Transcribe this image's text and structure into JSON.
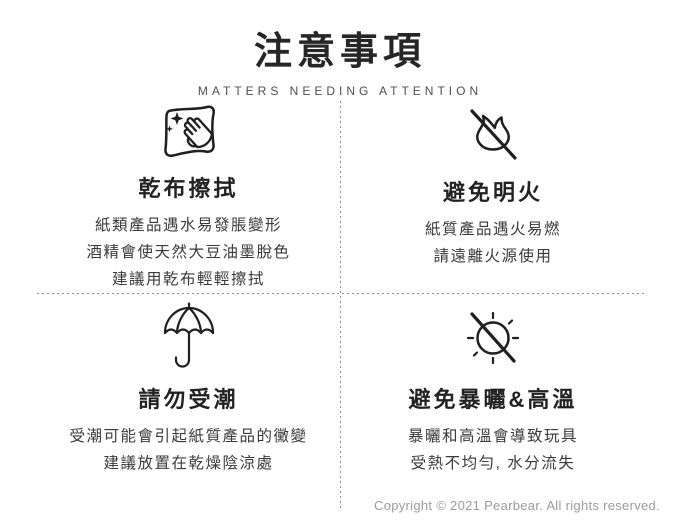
{
  "page": {
    "title": "注意事項",
    "subtitle": "MATTERS NEEDING ATTENTION",
    "copyright": "Copyright © 2021 Pearbear. All rights reserved."
  },
  "colors": {
    "background": "#ffffff",
    "title_text": "#262626",
    "body_text": "#3a3a3a",
    "muted_text": "#9c9c9c",
    "divider": "#8f8f8f",
    "icon_stroke": "#1f1f1f"
  },
  "sections": [
    {
      "id": "dry-cloth-wipe",
      "icon": "cloth-wipe-icon",
      "title": "乾布擦拭",
      "lines": [
        "紙類產品遇水易發脹變形",
        "酒精會使天然大豆油墨脫色",
        "建議用乾布輕輕擦拭"
      ]
    },
    {
      "id": "avoid-open-flame",
      "icon": "no-open-flame-icon",
      "title": "避免明火",
      "lines": [
        "紙質產品遇火易燃",
        "請遠離火源使用"
      ]
    },
    {
      "id": "avoid-moisture",
      "icon": "umbrella-icon",
      "title": "請勿受潮",
      "lines": [
        "受潮可能會引起紙質產品的黴變",
        "建議放置在乾燥陰涼處"
      ]
    },
    {
      "id": "avoid-sun-heat",
      "icon": "no-sun-icon",
      "title": "避免暴曬&高溫",
      "lines": [
        "暴曬和高溫會導致玩具",
        "受熱不均勻, 水分流失"
      ]
    }
  ]
}
